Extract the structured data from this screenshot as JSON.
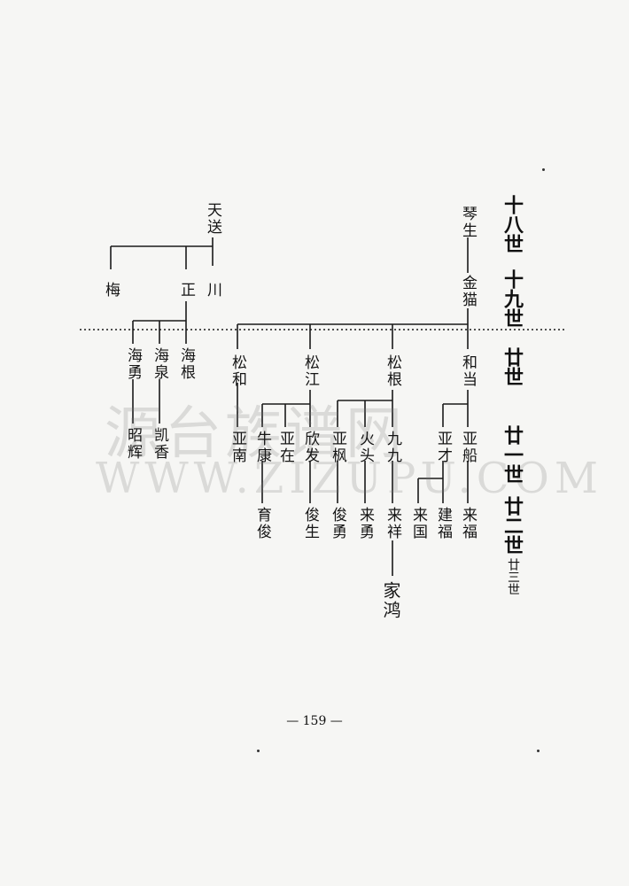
{
  "watermark": {
    "line1": "源台族谱网",
    "line2": "WWW.ZIZUPU.COM"
  },
  "generations": [
    "十八世",
    "十九世",
    "廿世",
    "廿一世",
    "廿二世",
    "廿三世"
  ],
  "people": {
    "qinsheng": "琴生",
    "jinmao": "金猫",
    "hedang": "和当",
    "songgen": "松根",
    "songjiang": "松江",
    "songhe": "松和",
    "yachuan": "亚船",
    "yacai": "亚才",
    "jiujiu": "九九",
    "huotou": "火头",
    "yazhuo": "亚枫",
    "xinfa": "欣发",
    "yazai": "亚在",
    "niukang": "牛康",
    "yanan": "亚南",
    "laifu": "来福",
    "jianfu": "建福",
    "laiguo": "来国",
    "laixiang": "来祥",
    "laiyong_a": "来勇",
    "junyong": "俊勇",
    "junsheng": "俊生",
    "yujun": "育俊",
    "tiansong": "天送",
    "chuan": "川",
    "zheng": "正",
    "mei": "梅",
    "haigen": "海根",
    "haiquan": "海泉",
    "haiyong": "海勇",
    "kaixiang": "凯香",
    "zhaohui": "昭辉",
    "jiahong": "家鸿"
  },
  "page_number": "— 159 —"
}
